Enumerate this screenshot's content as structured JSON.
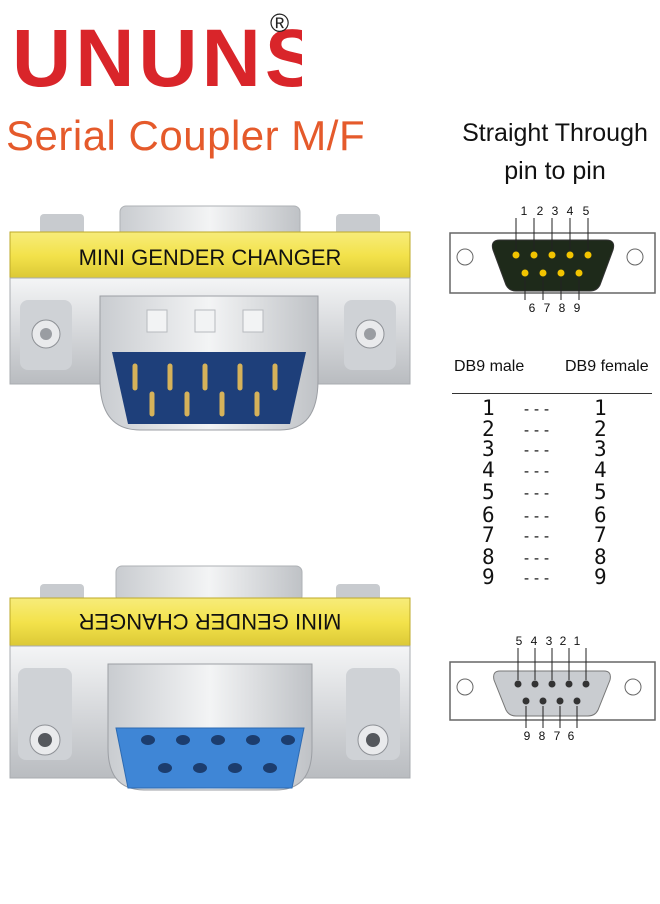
{
  "brand": {
    "logo_text": "UNUNS",
    "registered_mark": "®"
  },
  "product_title": "Serial Coupler M/F",
  "wiring": {
    "title_line1": "Straight Through",
    "title_line2": "pin to pin"
  },
  "adapter_label": "MINI GENDER CHANGER",
  "male_diagram": {
    "top_pins": [
      "1",
      "2",
      "3",
      "4",
      "5"
    ],
    "bottom_pins": [
      "6",
      "7",
      "8",
      "9"
    ]
  },
  "female_diagram": {
    "top_pins": [
      "5",
      "4",
      "3",
      "2",
      "1"
    ],
    "bottom_pins": [
      "9",
      "8",
      "7",
      "6"
    ]
  },
  "pin_table": {
    "male_header": "DB9 male",
    "female_header": "DB9 female",
    "rows": [
      {
        "male": "1",
        "link": "---",
        "female": "1"
      },
      {
        "male": "2",
        "link": "---",
        "female": "2"
      },
      {
        "male": "3",
        "link": "---",
        "female": "3"
      },
      {
        "male": "4",
        "link": "---",
        "female": "4"
      },
      {
        "male": "5",
        "link": "---",
        "female": "5"
      },
      {
        "male": "6",
        "link": "---",
        "female": "6"
      },
      {
        "male": "7",
        "link": "---",
        "female": "7"
      },
      {
        "male": "8",
        "link": "---",
        "female": "8"
      },
      {
        "male": "9",
        "link": "---",
        "female": "9"
      }
    ]
  },
  "colors": {
    "brand_red": "#d9252a",
    "title_orange": "#e55a2b",
    "label_yellow": "#f3e24a",
    "male_insert_blue": "#1e3f7a",
    "female_insert_blue": "#3f86d6",
    "metal": "#d8dadd"
  }
}
